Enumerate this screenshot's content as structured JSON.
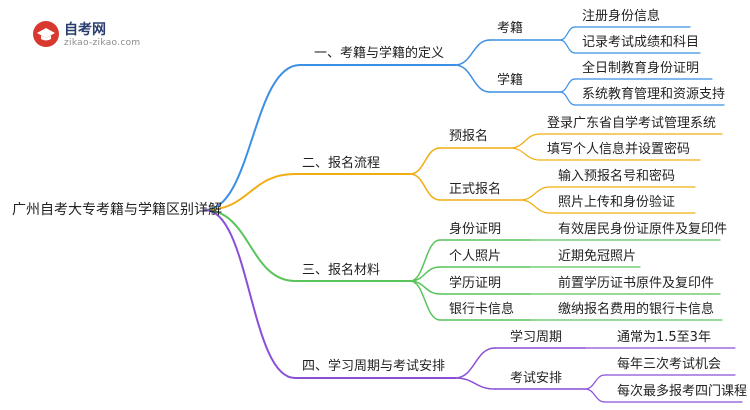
{
  "logo": {
    "title": "自考网",
    "url": "zikao-zikao.com"
  },
  "root": "广州自考大专考籍与学籍区别详解",
  "colors": {
    "blue": "#3b8fe4",
    "orange": "#f2ad13",
    "green": "#58c45a",
    "purple": "#8a4fd6"
  },
  "branches": [
    {
      "label": "一、考籍与学籍的定义",
      "children": [
        {
          "label": "考籍",
          "children": [
            "注册身份信息",
            "记录考试成绩和科目"
          ]
        },
        {
          "label": "学籍",
          "children": [
            "全日制教育身份证明",
            "系统教育管理和资源支持"
          ]
        }
      ]
    },
    {
      "label": "二、报名流程",
      "children": [
        {
          "label": "预报名",
          "children": [
            "登录广东省自学考试管理系统",
            "填写个人信息并设置密码"
          ]
        },
        {
          "label": "正式报名",
          "children": [
            "输入预报名号和密码",
            "照片上传和身份验证"
          ]
        }
      ]
    },
    {
      "label": "三、报名材料",
      "children": [
        {
          "label": "身份证明",
          "children": [
            "有效居民身份证原件及复印件"
          ]
        },
        {
          "label": "个人照片",
          "children": [
            "近期免冠照片"
          ]
        },
        {
          "label": "学历证明",
          "children": [
            "前置学历证书原件及复印件"
          ]
        },
        {
          "label": "银行卡信息",
          "children": [
            "缴纳报名费用的银行卡信息"
          ]
        }
      ]
    },
    {
      "label": "四、学习周期与考试安排",
      "children": [
        {
          "label": "学习周期",
          "children": [
            "通常为1.5至3年"
          ]
        },
        {
          "label": "考试安排",
          "children": [
            "每年三次考试机会",
            "每次最多报考四门课程"
          ]
        }
      ]
    }
  ]
}
